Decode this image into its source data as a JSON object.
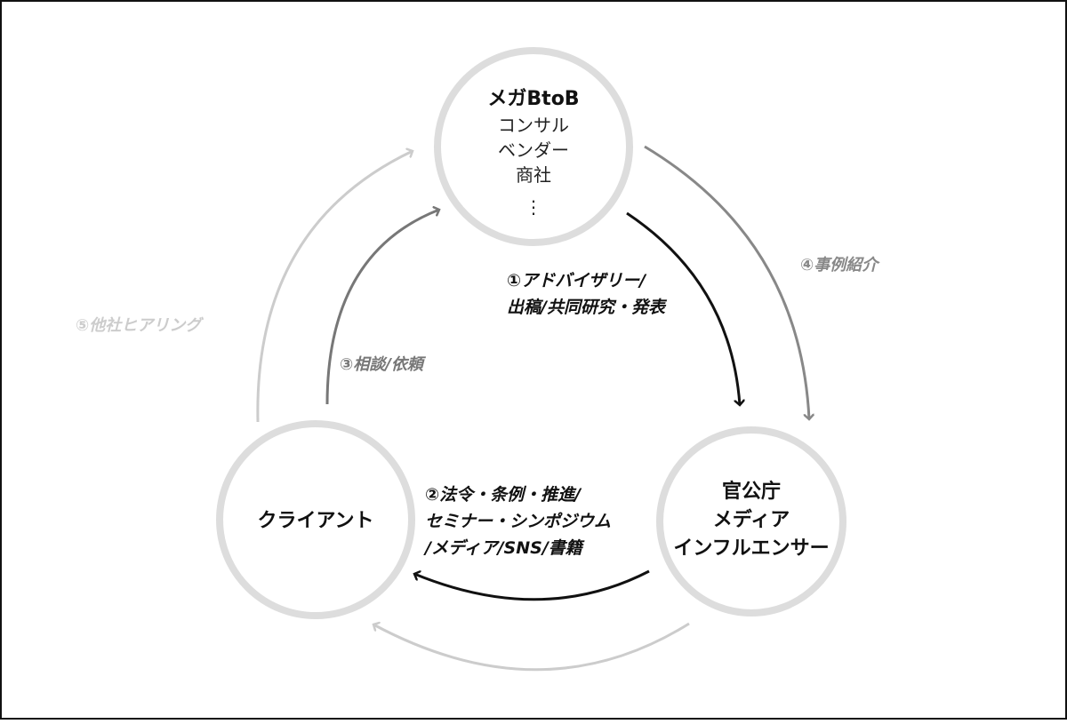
{
  "nodes": {
    "top": {
      "title": "メガBtoB",
      "lines": [
        "コンサル",
        "ベンダー",
        "商社",
        "⋮"
      ]
    },
    "left": {
      "title": "クライアント"
    },
    "right": {
      "lines": [
        "官公庁",
        "メディア",
        "インフルエンサー"
      ]
    }
  },
  "flows": {
    "f1": [
      "①アドバイザリー/",
      "出稿/共同研究・発表"
    ],
    "f2": [
      "②法令・条例・推進/",
      "セミナー・シンポジウム",
      "/メディア/SNS/書籍"
    ],
    "f3": "③相談/依頼",
    "f4": "④事例紹介",
    "f5": "⑤他社ヒアリング"
  },
  "colors": {
    "circle": "#dddddd",
    "dark": "#111111",
    "mid": "#888888",
    "light": "#cccccc"
  }
}
